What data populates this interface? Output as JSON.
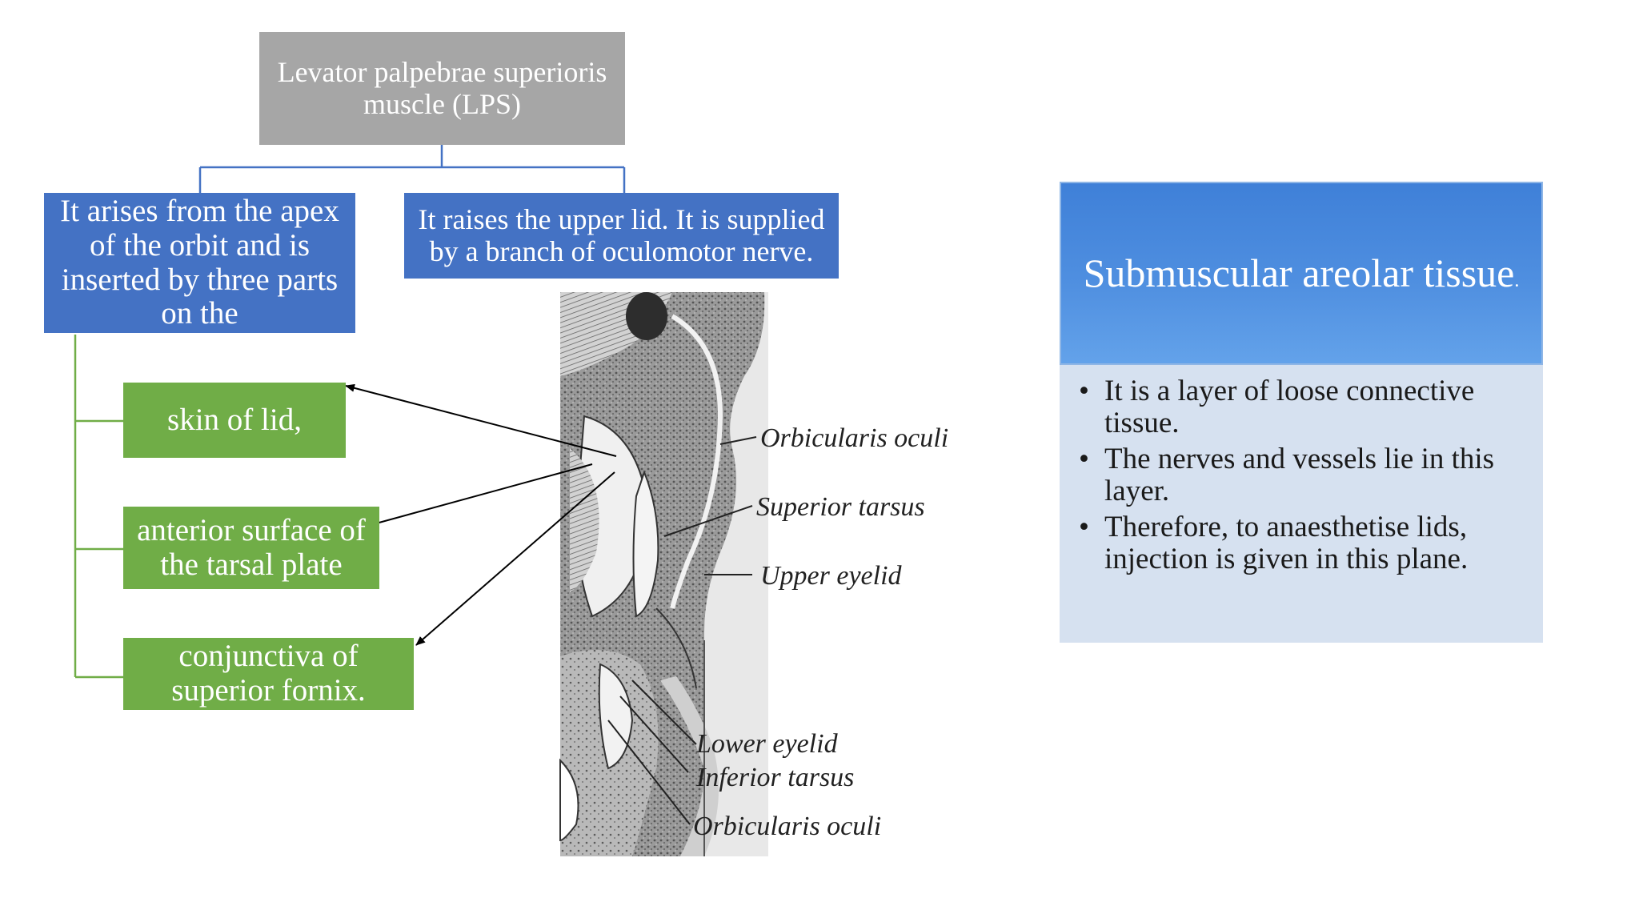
{
  "root": {
    "label": "Levator palpebrae superioris muscle (LPS)"
  },
  "origin_box": {
    "label": "It arises from the apex of the orbit and is inserted by three parts on the"
  },
  "function_box": {
    "label": "It raises the upper lid. It is supplied by a branch of oculomotor nerve."
  },
  "insertions": [
    {
      "label": "skin of lid,"
    },
    {
      "label": "anterior surface of the tarsal plate"
    },
    {
      "label": "conjunctiva of superior fornix."
    }
  ],
  "illustration": {
    "labels": [
      "Orbicularis oculi",
      "Superior tarsus",
      "Upper eyelid",
      "Lower eyelid",
      "Inferior tarsus",
      "Orbicularis oculi"
    ]
  },
  "submuscular": {
    "title": "Submuscular areolar tissue",
    "title_suffix": ".",
    "bullets": [
      "It is a layer of loose connective tissue.",
      "The nerves and vessels lie in this layer.",
      "Therefore, to anaesthetise lids, injection is given in this plane."
    ]
  },
  "colors": {
    "gray": "#a6a6a6",
    "blue": "#4472c4",
    "green": "#70ad47",
    "header_blue": "#4f8fe0",
    "body_blue": "#d6e1f0"
  }
}
